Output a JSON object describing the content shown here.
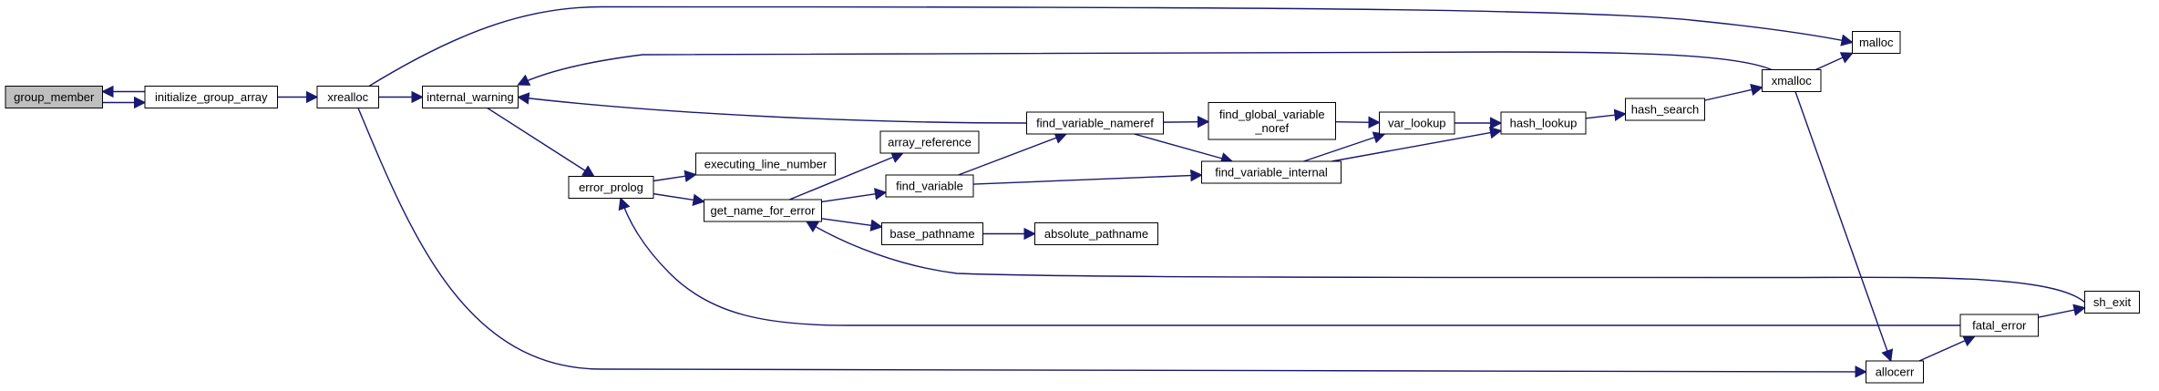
{
  "graph": {
    "nodes": [
      {
        "id": "group_member",
        "label": [
          "group_member"
        ],
        "focus": true
      },
      {
        "id": "initialize_group_array",
        "label": [
          "initialize_group_array"
        ]
      },
      {
        "id": "xrealloc",
        "label": [
          "xrealloc"
        ]
      },
      {
        "id": "internal_warning",
        "label": [
          "internal_warning"
        ]
      },
      {
        "id": "error_prolog",
        "label": [
          "error_prolog"
        ]
      },
      {
        "id": "executing_line_number",
        "label": [
          "executing_line_number"
        ]
      },
      {
        "id": "get_name_for_error",
        "label": [
          "get_name_for_error"
        ]
      },
      {
        "id": "array_reference",
        "label": [
          "array_reference"
        ]
      },
      {
        "id": "find_variable",
        "label": [
          "find_variable"
        ]
      },
      {
        "id": "base_pathname",
        "label": [
          "base_pathname"
        ]
      },
      {
        "id": "absolute_pathname",
        "label": [
          "absolute_pathname"
        ]
      },
      {
        "id": "find_variable_nameref",
        "label": [
          "find_variable_nameref"
        ]
      },
      {
        "id": "find_global_variable_noref",
        "label": [
          "find_global_variable",
          "_noref"
        ]
      },
      {
        "id": "find_variable_internal",
        "label": [
          "find_variable_internal"
        ]
      },
      {
        "id": "var_lookup",
        "label": [
          "var_lookup"
        ]
      },
      {
        "id": "hash_lookup",
        "label": [
          "hash_lookup"
        ]
      },
      {
        "id": "hash_search",
        "label": [
          "hash_search"
        ]
      },
      {
        "id": "xmalloc",
        "label": [
          "xmalloc"
        ]
      },
      {
        "id": "malloc",
        "label": [
          "malloc"
        ]
      },
      {
        "id": "allocerr",
        "label": [
          "allocerr"
        ]
      },
      {
        "id": "fatal_error",
        "label": [
          "fatal_error"
        ]
      },
      {
        "id": "sh_exit",
        "label": [
          "sh_exit"
        ]
      }
    ],
    "edges": [
      [
        "initialize_group_array",
        "group_member"
      ],
      [
        "group_member",
        "initialize_group_array"
      ],
      [
        "initialize_group_array",
        "xrealloc"
      ],
      [
        "xrealloc",
        "malloc"
      ],
      [
        "xrealloc",
        "internal_warning"
      ],
      [
        "xrealloc",
        "allocerr"
      ],
      [
        "internal_warning",
        "error_prolog"
      ],
      [
        "error_prolog",
        "executing_line_number"
      ],
      [
        "error_prolog",
        "get_name_for_error"
      ],
      [
        "get_name_for_error",
        "array_reference"
      ],
      [
        "get_name_for_error",
        "find_variable"
      ],
      [
        "get_name_for_error",
        "base_pathname"
      ],
      [
        "base_pathname",
        "absolute_pathname"
      ],
      [
        "find_variable",
        "find_variable_nameref"
      ],
      [
        "find_variable",
        "find_variable_internal"
      ],
      [
        "find_variable_nameref",
        "internal_warning"
      ],
      [
        "find_variable_nameref",
        "find_global_variable_noref"
      ],
      [
        "find_variable_nameref",
        "find_variable_internal"
      ],
      [
        "find_global_variable_noref",
        "var_lookup"
      ],
      [
        "find_variable_internal",
        "var_lookup"
      ],
      [
        "find_variable_internal",
        "hash_lookup"
      ],
      [
        "var_lookup",
        "hash_lookup"
      ],
      [
        "hash_lookup",
        "hash_search"
      ],
      [
        "hash_search",
        "xmalloc"
      ],
      [
        "xmalloc",
        "malloc"
      ],
      [
        "xmalloc",
        "internal_warning"
      ],
      [
        "xmalloc",
        "allocerr"
      ],
      [
        "allocerr",
        "fatal_error"
      ],
      [
        "fatal_error",
        "sh_exit"
      ],
      [
        "fatal_error",
        "error_prolog"
      ],
      [
        "sh_exit",
        "get_name_for_error"
      ]
    ],
    "colors": {
      "edge": "#191970",
      "focus_fill": "#bfbfbf",
      "node_border": "#000000"
    }
  }
}
